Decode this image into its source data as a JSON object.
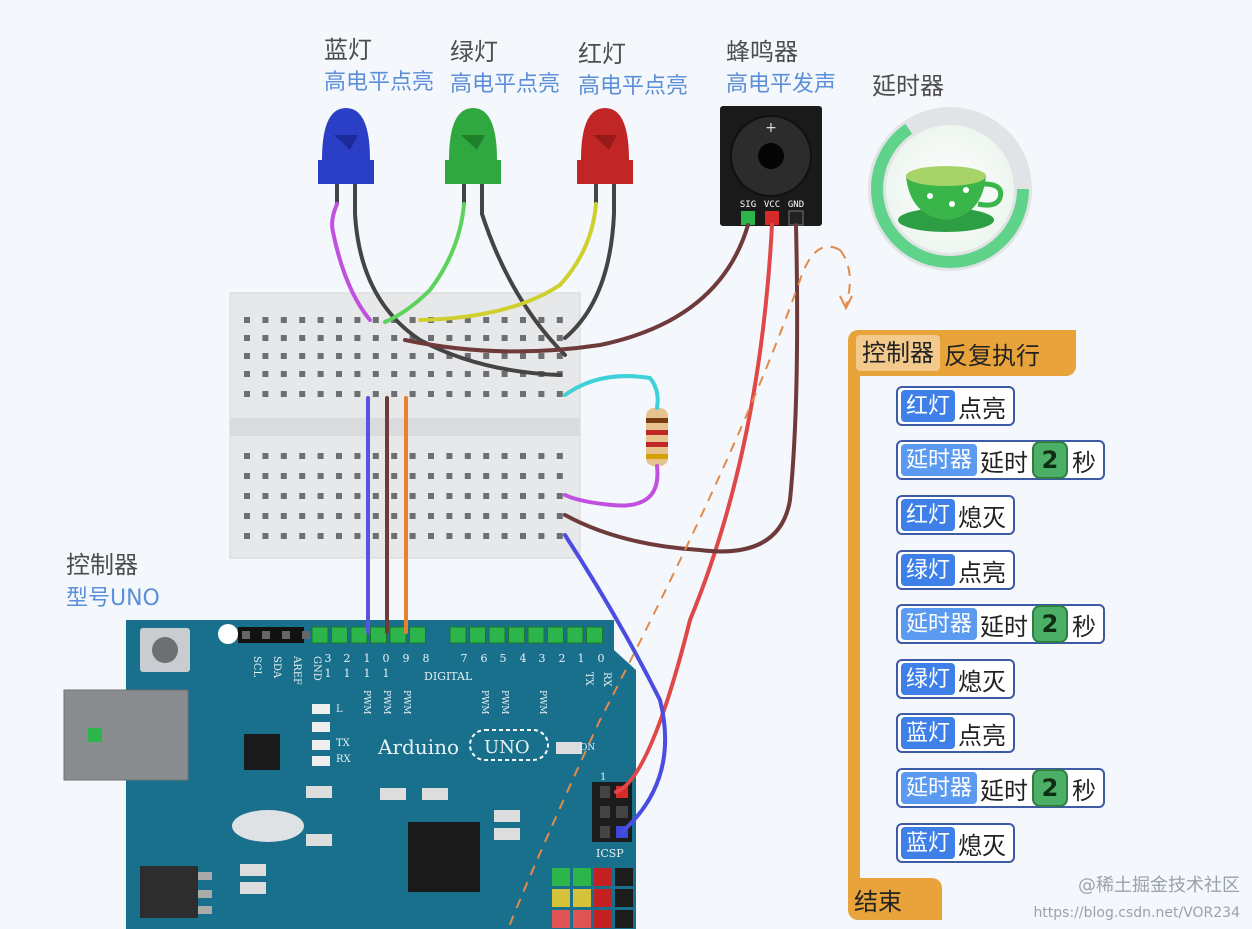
{
  "components": {
    "blue_led": {
      "name": "蓝灯",
      "desc": "高电平点亮",
      "color": "#2438c8"
    },
    "green_led": {
      "name": "绿灯",
      "desc": "高电平点亮",
      "color": "#2aa83a"
    },
    "red_led": {
      "name": "红灯",
      "desc": "高电平点亮",
      "color": "#c42222"
    },
    "buzzer": {
      "name": "蜂鸣器",
      "desc": "高电平发声",
      "pins": [
        "SIG",
        "VCC",
        "GND"
      ],
      "plus": "+"
    },
    "timer": {
      "name": "延时器"
    },
    "controller": {
      "name": "控制器",
      "desc": "型号UNO"
    }
  },
  "board": {
    "brand": "Arduino",
    "model": "UNO",
    "digital_label": "DIGITAL",
    "pin_top": [
      "3",
      "2",
      "1",
      "0",
      "9",
      "8",
      "7",
      "6",
      "5",
      "4",
      "3",
      "2",
      "1",
      "0"
    ],
    "pin_top2": [
      "1",
      "1",
      "1",
      "1"
    ],
    "left_labels": [
      "SCL",
      "SDA",
      "AREF",
      "GND"
    ],
    "pwm": "PWM",
    "tx": "TX",
    "rx": "RX",
    "led_l": "L",
    "led_tx": "TX",
    "led_rx": "RX",
    "on": "ON",
    "icsp": "ICSP",
    "icsp_1": "1"
  },
  "program": {
    "hat_ctrl": "控制器",
    "hat_label": "反复执行",
    "end_label": "结束",
    "rows": [
      {
        "device": "红灯",
        "action": "点亮"
      },
      {
        "device": "延时器",
        "action": "延时",
        "value": "2",
        "unit": "秒"
      },
      {
        "device": "红灯",
        "action": "熄灭"
      },
      {
        "device": "绿灯",
        "action": "点亮"
      },
      {
        "device": "延时器",
        "action": "延时",
        "value": "2",
        "unit": "秒"
      },
      {
        "device": "绿灯",
        "action": "熄灭"
      },
      {
        "device": "蓝灯",
        "action": "点亮"
      },
      {
        "device": "延时器",
        "action": "延时",
        "value": "2",
        "unit": "秒"
      },
      {
        "device": "蓝灯",
        "action": "熄灭"
      }
    ]
  },
  "watermark": {
    "line1": "@稀土掘金技术社区",
    "line2": "https://blog.csdn.net/VOR234"
  }
}
